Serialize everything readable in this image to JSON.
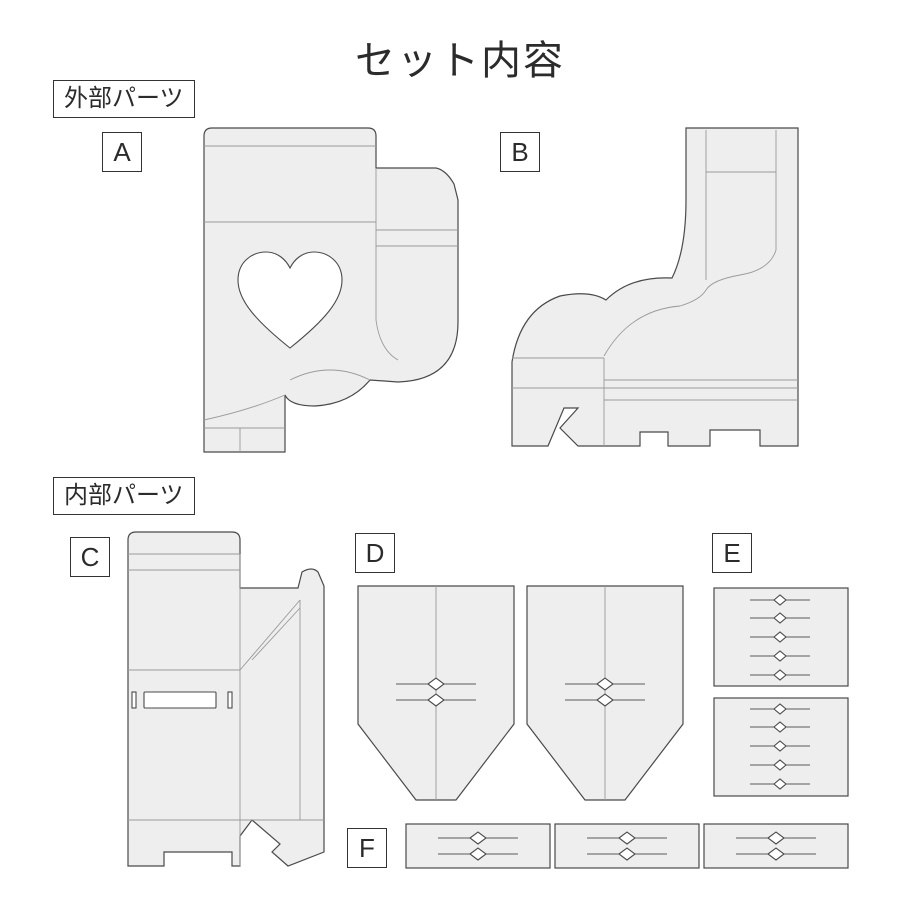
{
  "page": {
    "title": "セット内容"
  },
  "sections": {
    "outer": {
      "label": "外部パーツ"
    },
    "inner": {
      "label": "内部パーツ"
    }
  },
  "parts": {
    "a": "A",
    "b": "B",
    "c": "C",
    "d": "D",
    "e": "E",
    "f": "F"
  },
  "colors": {
    "piece_fill": "#eeeeee",
    "outline": "#4a4a4a",
    "fold_line": "#9a9a9a"
  }
}
